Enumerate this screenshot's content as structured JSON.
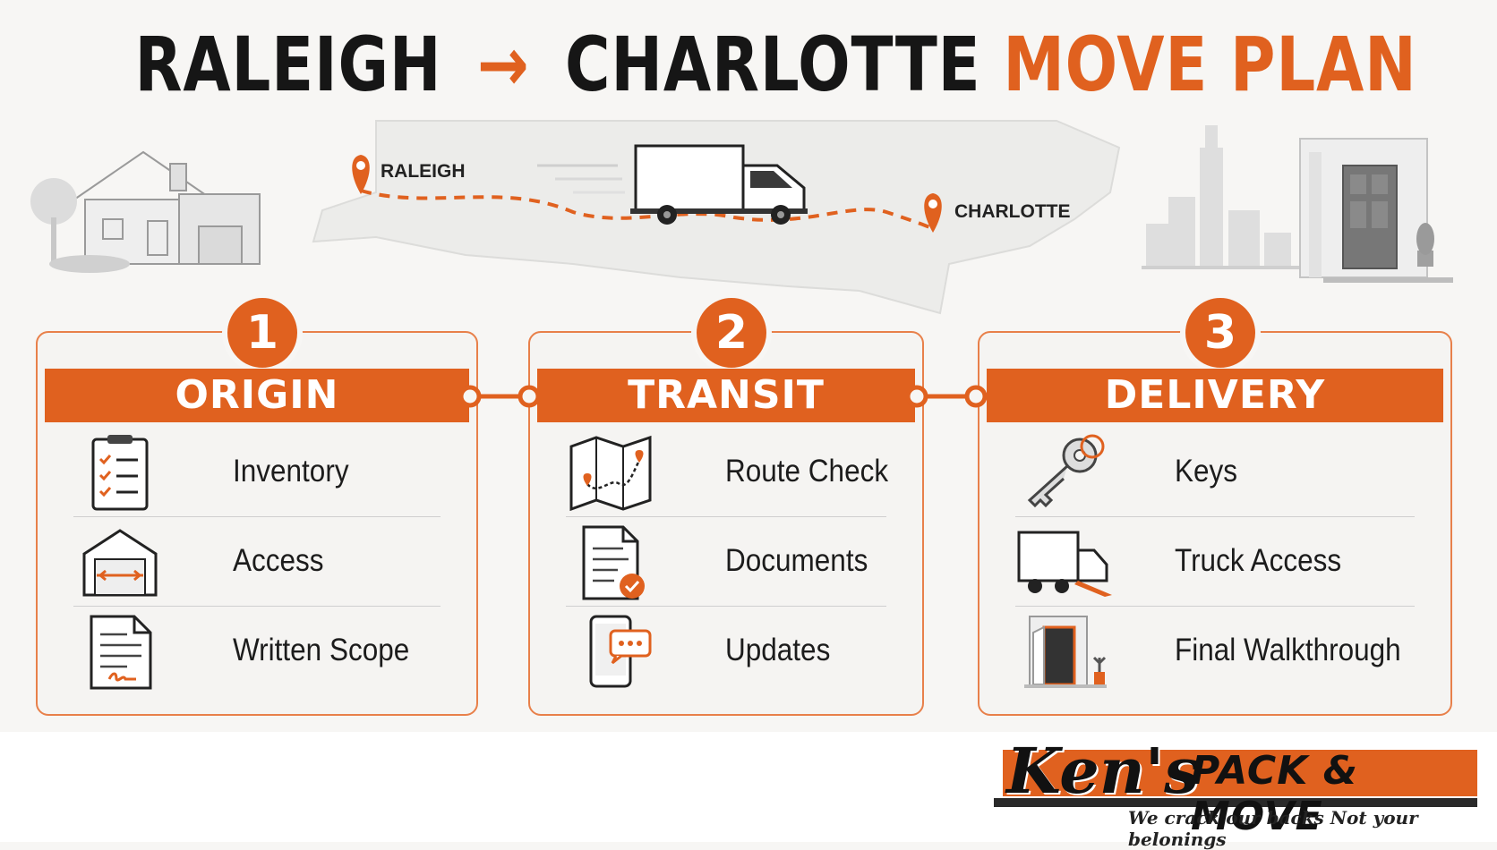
{
  "title": {
    "from": "RALEIGH",
    "arrow": "→",
    "to": "CHARLOTTE",
    "accent": "MOVE PLAN"
  },
  "map": {
    "pin_start": "RALEIGH",
    "pin_end": "CHARLOTTE"
  },
  "colors": {
    "accent": "#e0611f",
    "dark": "#161616",
    "card_border": "#e8804a"
  },
  "steps": [
    {
      "number": "1",
      "title": "ORIGIN",
      "items": [
        {
          "label": "Inventory",
          "icon": "clipboard-checklist-icon"
        },
        {
          "label": "Access",
          "icon": "garage-icon"
        },
        {
          "label": "Written Scope",
          "icon": "signed-document-icon"
        }
      ]
    },
    {
      "number": "2",
      "title": "TRANSIT",
      "items": [
        {
          "label": "Route Check",
          "icon": "route-map-icon"
        },
        {
          "label": "Documents",
          "icon": "document-check-icon"
        },
        {
          "label": "Updates",
          "icon": "phone-message-icon"
        }
      ]
    },
    {
      "number": "3",
      "title": "DELIVERY",
      "items": [
        {
          "label": "Keys",
          "icon": "key-icon"
        },
        {
          "label": "Truck Access",
          "icon": "truck-ramp-icon"
        },
        {
          "label": "Final Walkthrough",
          "icon": "open-door-icon"
        }
      ]
    }
  ],
  "brand": {
    "name": "Ken's",
    "product": "PACK & MOVE",
    "tagline": "We crack our backs Not your belonings"
  }
}
